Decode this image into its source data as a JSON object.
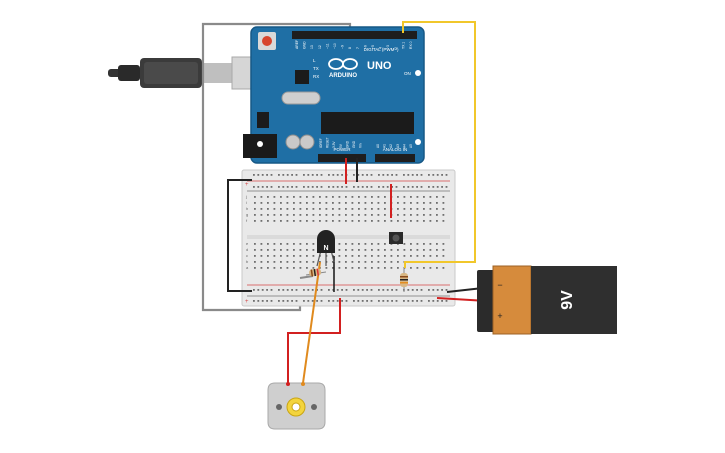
{
  "arduino": {
    "brand": "ARDUINO",
    "model": "UNO",
    "header_digital": "DIGITAL (PWM~)",
    "header_power": "POWER",
    "header_analog": "ANALOG IN",
    "led_labels": [
      "L",
      "TX",
      "RX"
    ],
    "on_label": "ON",
    "digital_pins": [
      "AREF",
      "GND",
      "13",
      "12",
      "~11",
      "~10",
      "~9",
      "8",
      "7",
      "~6",
      "~5",
      "4",
      "~3",
      "2",
      "TX 1",
      "RX 0"
    ],
    "power_pins": [
      "IOREF",
      "RESET",
      "3.3V",
      "5V",
      "GND",
      "GND",
      "Vin"
    ],
    "analog_pins": [
      "A0",
      "A1",
      "A2",
      "A3",
      "A4",
      "A5"
    ]
  },
  "transistor": {
    "label": "N"
  },
  "battery": {
    "label": "9V",
    "minus": "−",
    "plus": "+"
  },
  "breadboard": {
    "row_letters_top": [
      "j",
      "i",
      "h",
      "g",
      "f"
    ],
    "row_letters_bottom": [
      "e",
      "d",
      "c",
      "b",
      "a"
    ],
    "rail_plus": "+",
    "rail_minus": "−"
  },
  "colors": {
    "arduino_board": "#1f6fa5",
    "wire_red": "#d22020",
    "wire_black": "#222222",
    "wire_yellow": "#f1c72b",
    "wire_orange": "#e08a1e",
    "wire_gray": "#8a8a8a",
    "battery_body": "#2f2f2f",
    "battery_cap": "#d68b3c"
  }
}
